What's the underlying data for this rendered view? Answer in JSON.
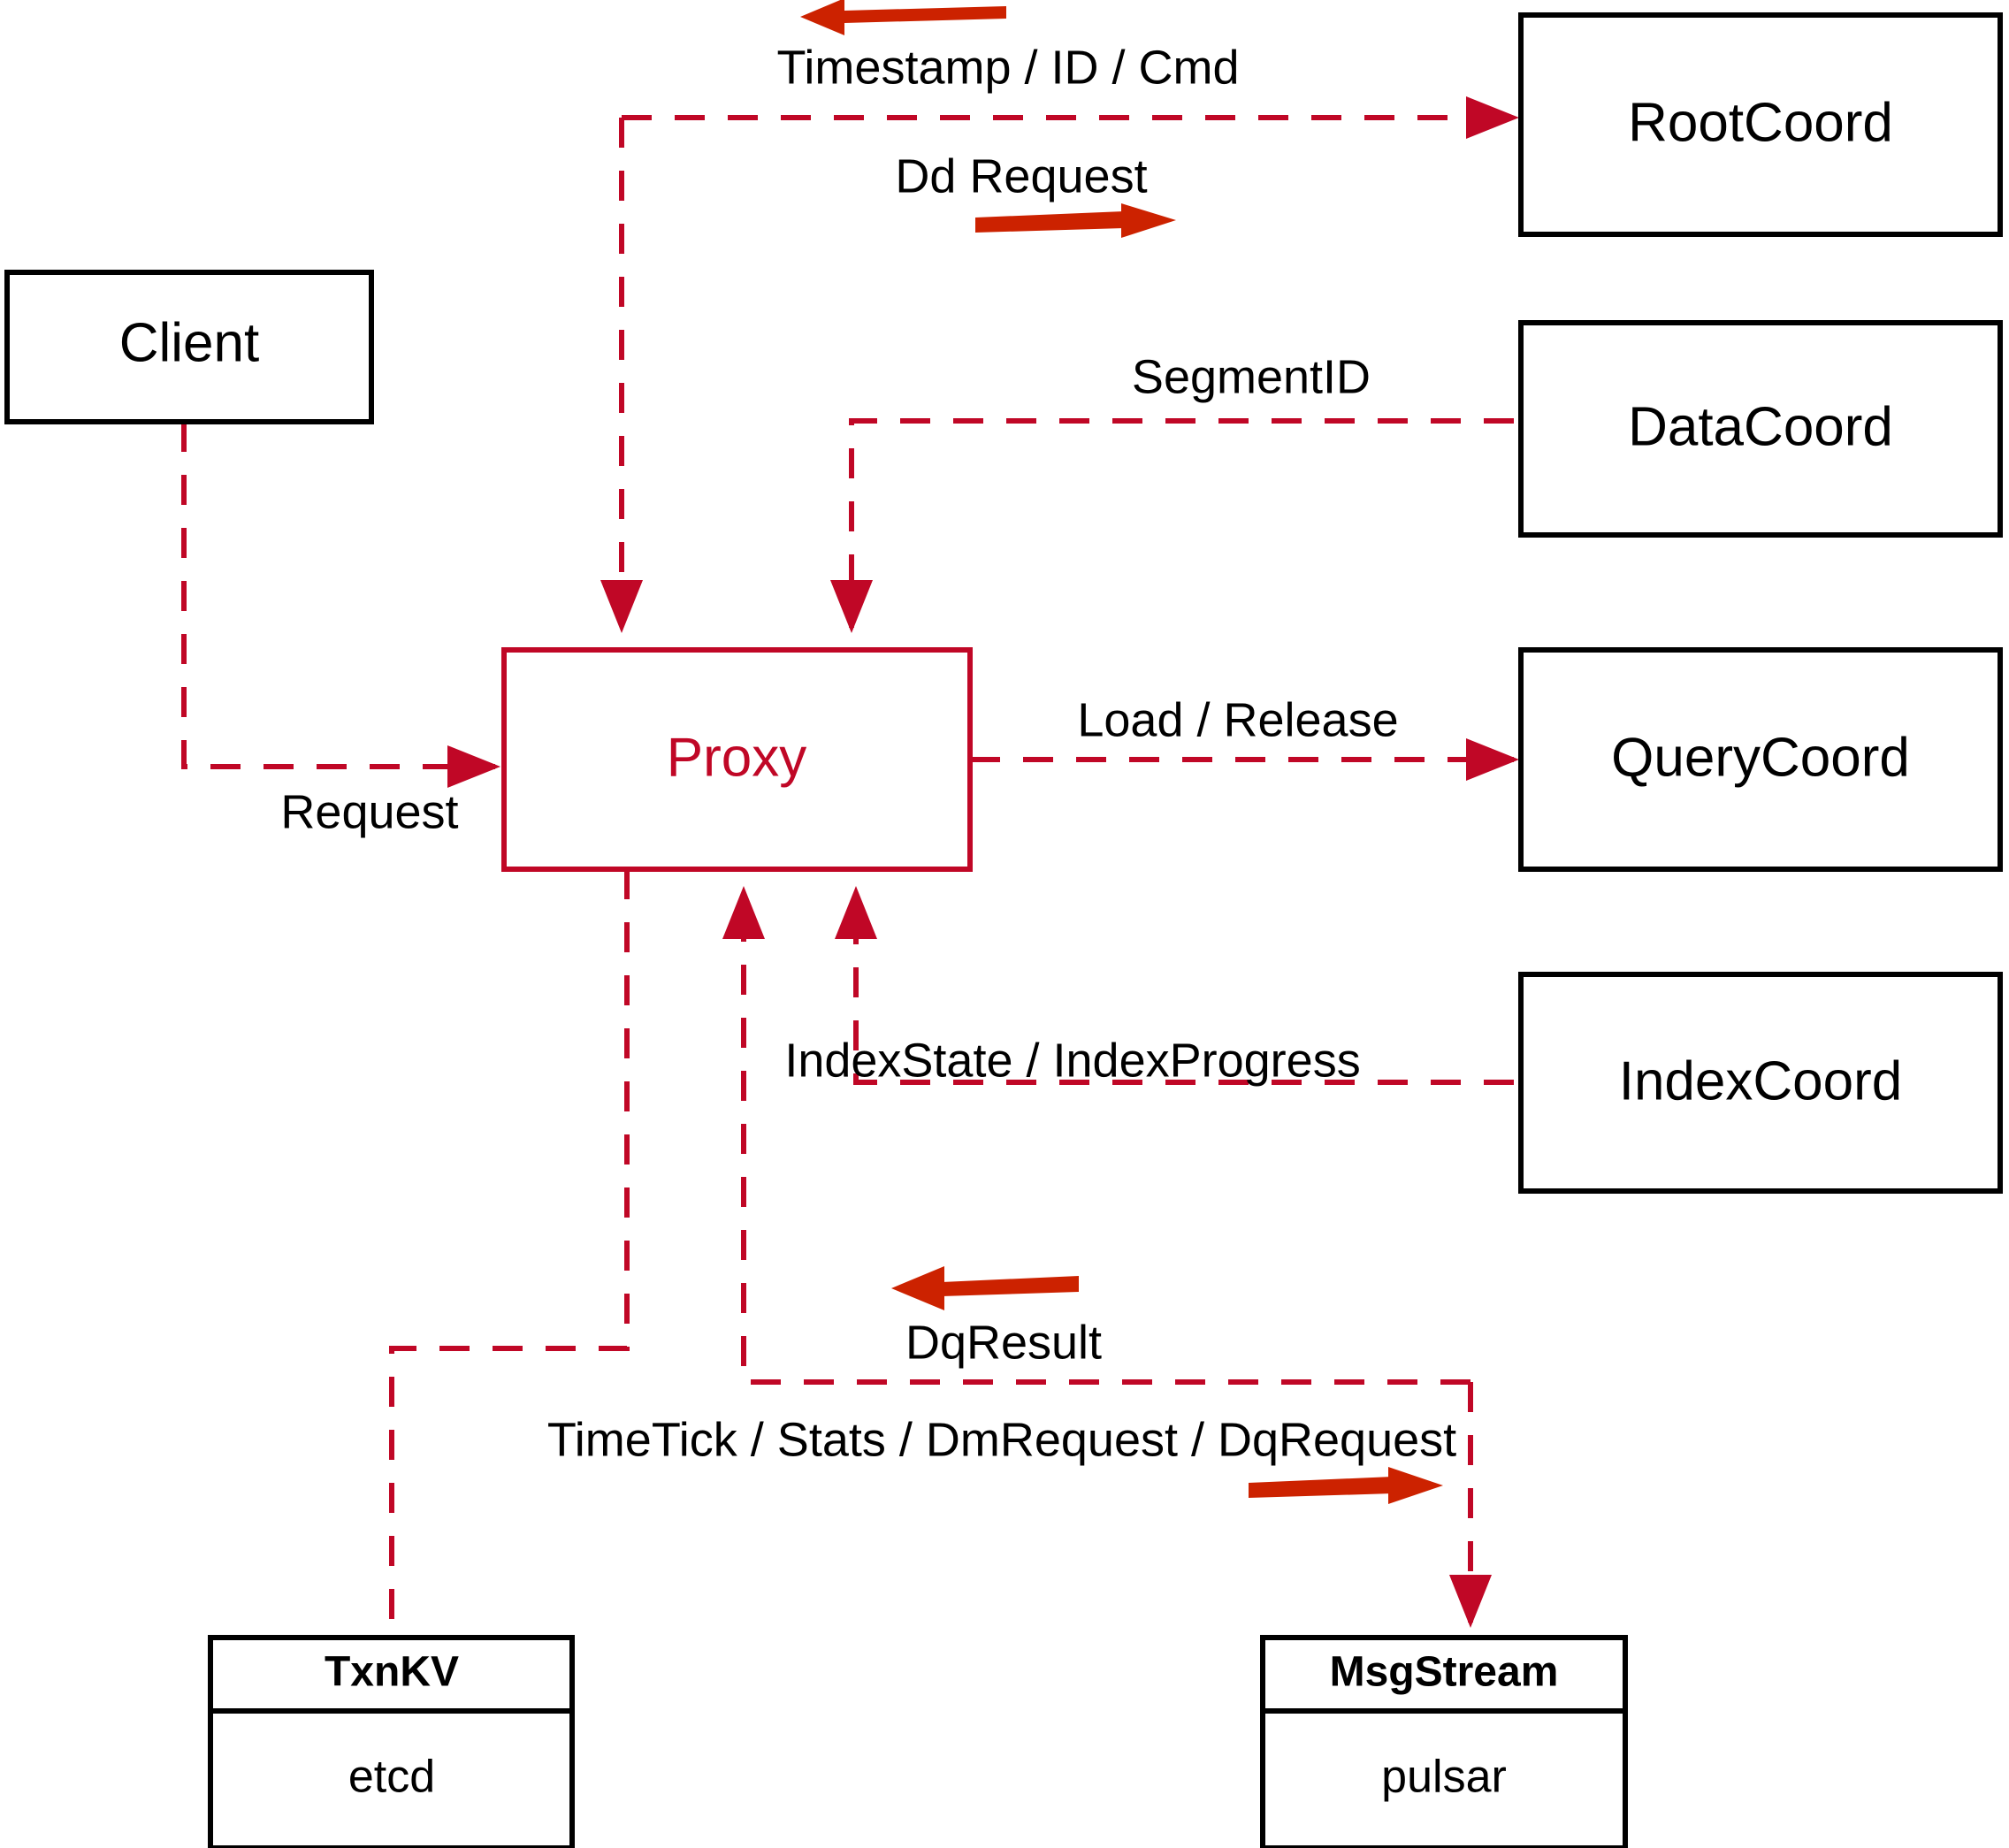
{
  "diagram": {
    "title": "Proxy interaction diagram",
    "accent_color": "#C00726",
    "flow_arrow_color": "#CC2200",
    "node_stroke_color": "#000000",
    "background_color": "#ffffff"
  },
  "nodes": {
    "client": {
      "label": "Client"
    },
    "proxy": {
      "label": "Proxy"
    },
    "root_coord": {
      "label": "RootCoord"
    },
    "data_coord": {
      "label": "DataCoord"
    },
    "query_coord": {
      "label": "QueryCoord"
    },
    "index_coord": {
      "label": "IndexCoord"
    },
    "txn_kv": {
      "label": "TxnKV",
      "sub": "etcd"
    },
    "msg_stream": {
      "label": "MsgStream",
      "sub": "pulsar"
    }
  },
  "edges": [
    {
      "id": "timestamp-id-cmd",
      "label": "Timestamp / ID / Cmd",
      "from": "root_coord",
      "to": "proxy",
      "direction": "left"
    },
    {
      "id": "dd-request",
      "label": "Dd Request",
      "from": "proxy",
      "to": "root_coord",
      "direction": "right"
    },
    {
      "id": "segment-id",
      "label": "SegmentID",
      "from": "data_coord",
      "to": "proxy",
      "direction": "left"
    },
    {
      "id": "request",
      "label": "Request",
      "from": "client",
      "to": "proxy",
      "direction": "right"
    },
    {
      "id": "load-release",
      "label": "Load / Release",
      "from": "proxy",
      "to": "query_coord",
      "direction": "right"
    },
    {
      "id": "index-state-progress",
      "label": "IndexState / IndexProgress",
      "from": "index_coord",
      "to": "proxy",
      "direction": "left"
    },
    {
      "id": "dq-result",
      "label": "DqResult",
      "from": "msg_stream",
      "to": "proxy",
      "direction": "left"
    },
    {
      "id": "timetick-stats-dm-dq",
      "label": "TimeTick / Stats / DmRequest / DqRequest",
      "from": "proxy",
      "to": "msg_stream",
      "direction": "right"
    },
    {
      "id": "txnkv-link",
      "label": "",
      "from": "proxy",
      "to": "txn_kv",
      "direction": "none"
    }
  ]
}
